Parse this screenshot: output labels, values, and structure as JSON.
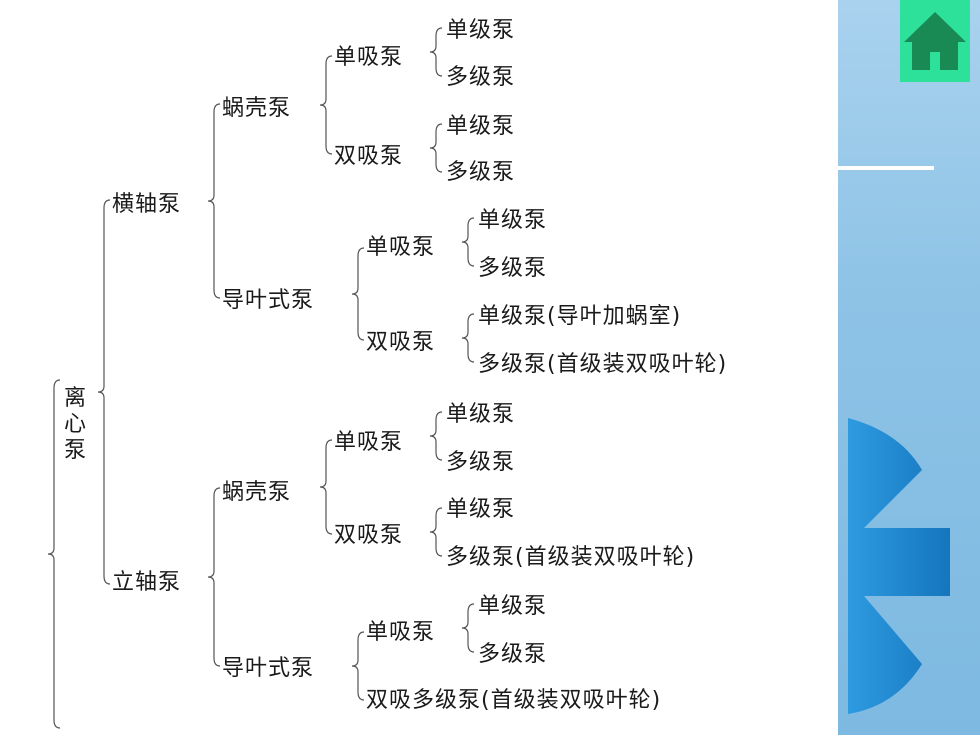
{
  "root": [
    "离",
    "心",
    "泵"
  ],
  "colors": {
    "panel": "#8ec3e6",
    "home_button": "#2de19a",
    "gear": "#1c86cc",
    "line": "#555555"
  },
  "icons": {
    "home": "home-icon",
    "gear": "gear-icon"
  },
  "tree": {
    "horizontal": {
      "label": "横轴泵",
      "volute": {
        "label": "蜗壳泵",
        "single_suction": {
          "label": "单吸泵",
          "items": [
            "单级泵",
            "多级泵"
          ]
        },
        "double_suction": {
          "label": "双吸泵",
          "items": [
            "单级泵",
            "多级泵"
          ]
        }
      },
      "guide_vane": {
        "label": "导叶式泵",
        "single_suction": {
          "label": "单吸泵",
          "items": [
            "单级泵",
            "多级泵"
          ]
        },
        "double_suction": {
          "label": "双吸泵",
          "items": [
            "单级泵(导叶加蜗室)",
            "多级泵(首级装双吸叶轮)"
          ]
        }
      }
    },
    "vertical": {
      "label": "立轴泵",
      "volute": {
        "label": "蜗壳泵",
        "single_suction": {
          "label": "单吸泵",
          "items": [
            "单级泵",
            "多级泵"
          ]
        },
        "double_suction": {
          "label": "双吸泵",
          "items": [
            "单级泵",
            "多级泵(首级装双吸叶轮)"
          ]
        }
      },
      "guide_vane": {
        "label": "导叶式泵",
        "single_suction": {
          "label": "单吸泵",
          "items": [
            "单级泵",
            "多级泵"
          ]
        },
        "double_suction_multistage": "双吸多级泵(首级装双吸叶轮)"
      }
    }
  }
}
